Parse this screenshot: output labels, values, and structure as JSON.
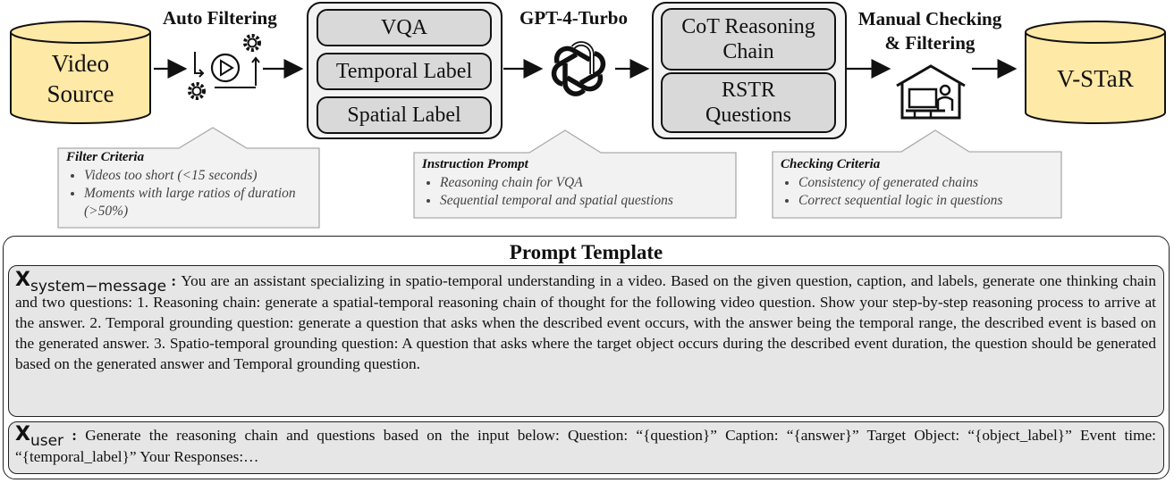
{
  "pipeline": {
    "source_label": "Video\nSource",
    "auto_filtering_title": "Auto Filtering",
    "labels": [
      "VQA",
      "Temporal Label",
      "Spatial Label"
    ],
    "gpt_title": "GPT-4-Turbo",
    "outputs": [
      "CoT Reasoning\nChain",
      "RSTR\nQuestions"
    ],
    "manual_title": "Manual Checking\n& Filtering",
    "result_label": "V-STaR"
  },
  "callouts": {
    "filter": {
      "title": "Filter Criteria",
      "items": [
        "Videos too short (<15 seconds)",
        "Moments with large ratios of duration (>50%)"
      ]
    },
    "instruction": {
      "title": "Instruction Prompt",
      "items": [
        "Reasoning chain for VQA",
        "Sequential temporal and spatial questions"
      ]
    },
    "checking": {
      "title": "Checking Criteria",
      "items": [
        "Consistency of generated chains",
        "Correct sequential logic in questions"
      ]
    }
  },
  "prompt": {
    "title": "Prompt Template",
    "system": {
      "symbol": "X",
      "subscript": "system−message",
      "text": "You are an assistant specializing in spatio-temporal understanding in a video. Based on the given question, caption, and labels, generate one thinking chain and two questions: 1. Reasoning chain: generate a spatial-temporal reasoning chain of thought for the following video question. Show your step-by-step reasoning process to arrive at the answer. 2. Temporal grounding question: generate a question that asks when the described event occurs, with the answer being the temporal range, the described event is based on the generated answer. 3. Spatio-temporal grounding question: A question that asks where the target object occurs during the described event duration, the question should be generated based on the generated answer and Temporal grounding question."
    },
    "user": {
      "symbol": "X",
      "subscript": "user",
      "text": "Generate the reasoning chain and questions based on the input below: Question: “{question}” Caption: “{answer}” Target Object: “{object_label}” Event time: “{temporal_label}” Your Responses:…"
    }
  },
  "colors": {
    "database_fill": "#ffe9a6",
    "label_fill": "#d9d9d9",
    "group_fill": "#f3f3f3",
    "callout_fill": "#f2f2f2",
    "prompt_fill": "#e6e6e6"
  },
  "icons": [
    "database-cylinder-icon",
    "auto-filter-play-gear-icon",
    "openai-logo-icon",
    "manual-check-house-icon"
  ]
}
